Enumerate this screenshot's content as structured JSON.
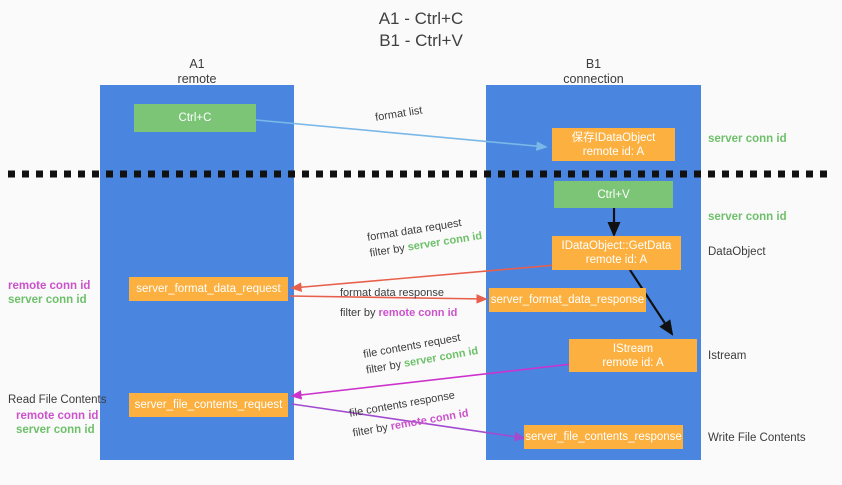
{
  "title": "A1 - Ctrl+C\nB1 - Ctrl+V",
  "lanes": [
    {
      "name": "A1",
      "sub": "remote",
      "header": "A1\nremote"
    },
    {
      "name": "B1",
      "sub": "connection",
      "header": "B1\nconnection"
    }
  ],
  "colors": {
    "lane": "#4a86e0",
    "green_box": "#7cc576",
    "orange_box": "#fbb040",
    "server_conn_id": "#6ec06a",
    "remote_conn_id": "#cc52cc",
    "arrow_blue": "#7ab8e8",
    "arrow_red": "#e8604c",
    "arrow_magenta": "#cc33cc",
    "arrow_purple": "#a24bd0",
    "arrow_black": "#111111",
    "background": "#fafafa"
  },
  "boxes": {
    "ctrl_c": "Ctrl+C",
    "ctrl_v": "Ctrl+V",
    "save_idataobject": "保存IDataObject\nremote id: A",
    "getdata": "IDataObject::GetData\nremote id: A",
    "istream": "IStream\nremote id: A",
    "server_format_data_request": "server_format_data_request",
    "server_format_data_response": "server_format_data_response",
    "server_file_contents_request": "server_file_contents_request",
    "server_file_contents_response": "server_file_contents_response"
  },
  "right_labels": {
    "server_conn_id_top": "server conn id",
    "server_conn_id_mid": "server conn id",
    "dataobject": "DataObject",
    "istream": "Istream",
    "write_file_contents": "Write File Contents"
  },
  "left_labels": {
    "remote_conn_id_1": "remote conn id",
    "server_conn_id_1": "server conn id",
    "read_file_contents": "Read File Contents",
    "remote_conn_id_2": "remote conn id",
    "server_conn_id_2": "server conn id"
  },
  "edges": {
    "format_list": "format list",
    "format_data_request": "format data request",
    "format_data_request_filter_prefix": "filter by ",
    "format_data_request_filter_key": "server conn id",
    "format_data_response": "format data response",
    "format_data_response_filter_prefix": "filter by ",
    "format_data_response_filter_key": "remote conn id",
    "file_contents_request": "file contents request",
    "file_contents_request_filter_prefix": "filter by ",
    "file_contents_request_filter_key": "server conn id",
    "file_contents_response": "file contents response",
    "file_contents_response_filter_prefix": "filter by ",
    "file_contents_response_filter_key": "remote conn id"
  }
}
